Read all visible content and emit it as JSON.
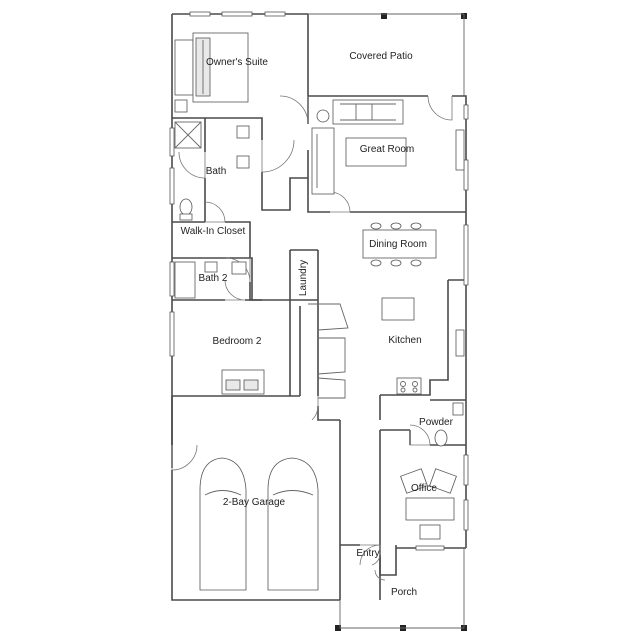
{
  "floorplan": {
    "rooms": {
      "owners_suite": "Owner's Suite",
      "covered_patio": "Covered Patio",
      "great_room": "Great Room",
      "bath": "Bath",
      "walk_in_closet": "Walk-In Closet",
      "dining_room": "Dining Room",
      "bath_2": "Bath 2",
      "laundry": "Laundry",
      "bedroom_2": "Bedroom 2",
      "kitchen": "Kitchen",
      "powder": "Powder",
      "office": "Office",
      "garage": "2-Bay Garage",
      "entry": "Entry",
      "porch": "Porch"
    }
  }
}
